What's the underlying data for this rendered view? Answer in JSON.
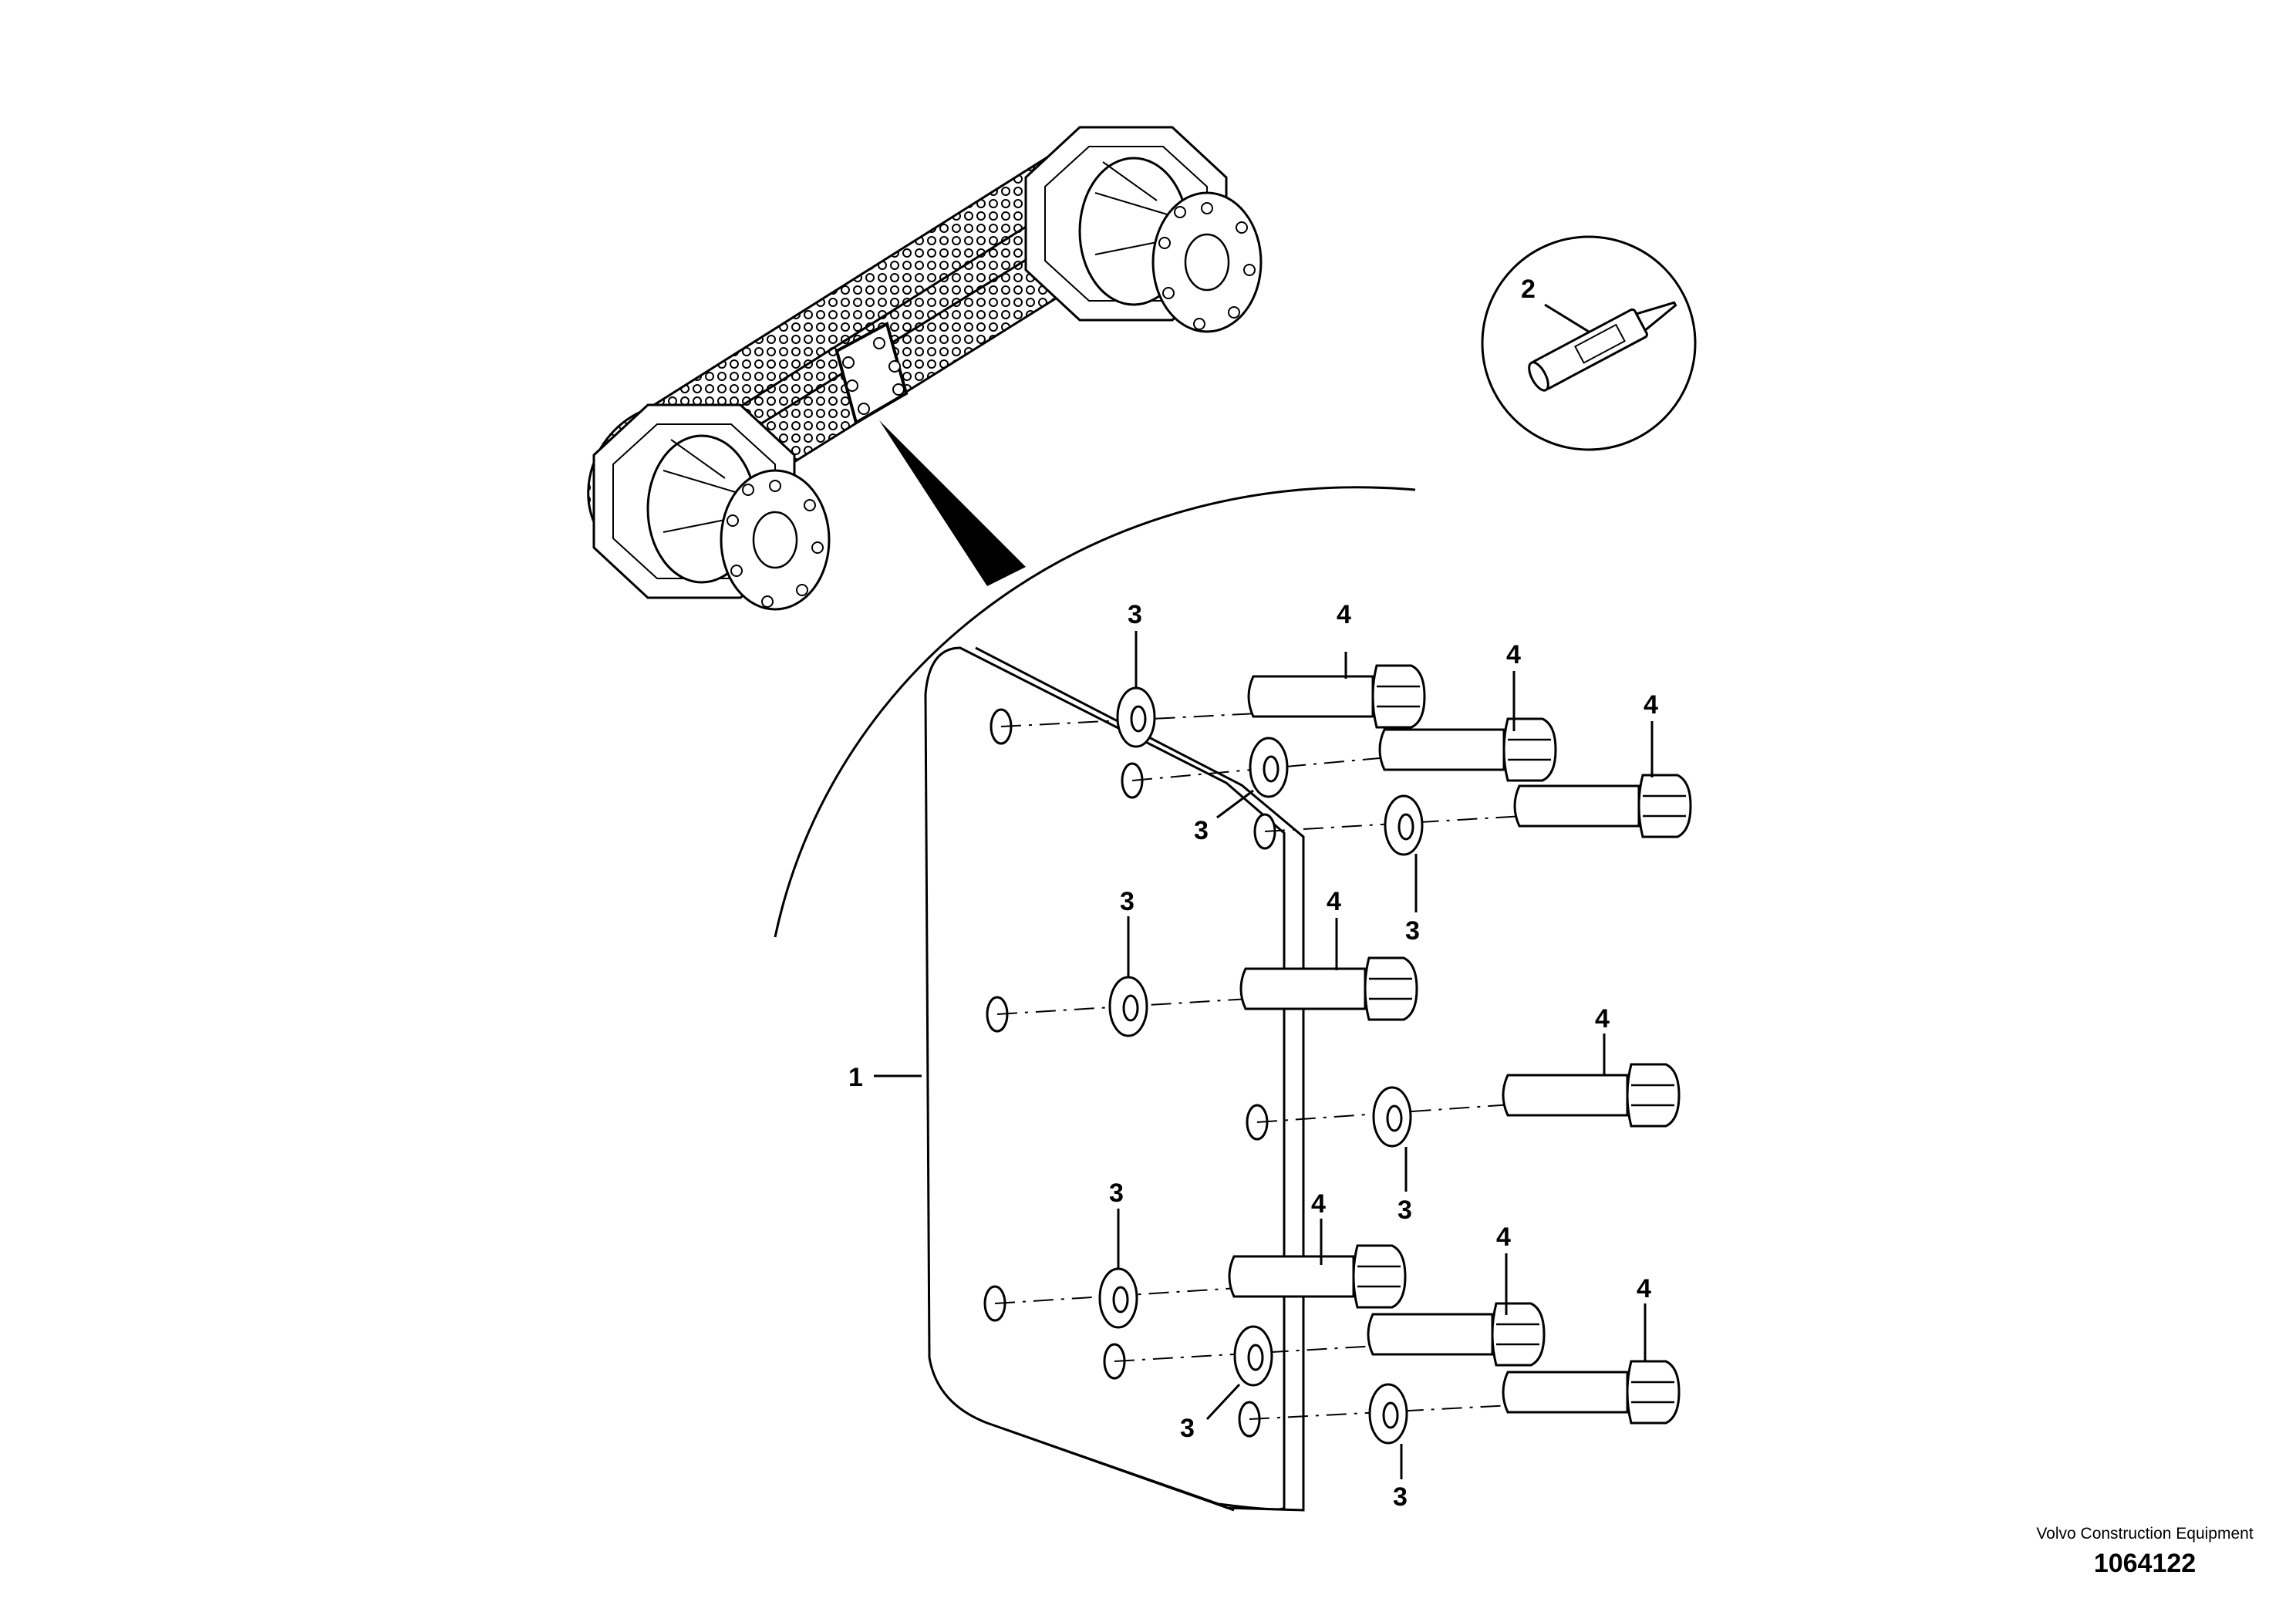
{
  "callouts": {
    "plate": "1",
    "sealant": "2",
    "washer": "3",
    "bolt": "4"
  },
  "footer": {
    "company": "Volvo Construction Equipment",
    "document_number": "1064122"
  },
  "colors": {
    "line": "#000000",
    "background": "#ffffff"
  }
}
